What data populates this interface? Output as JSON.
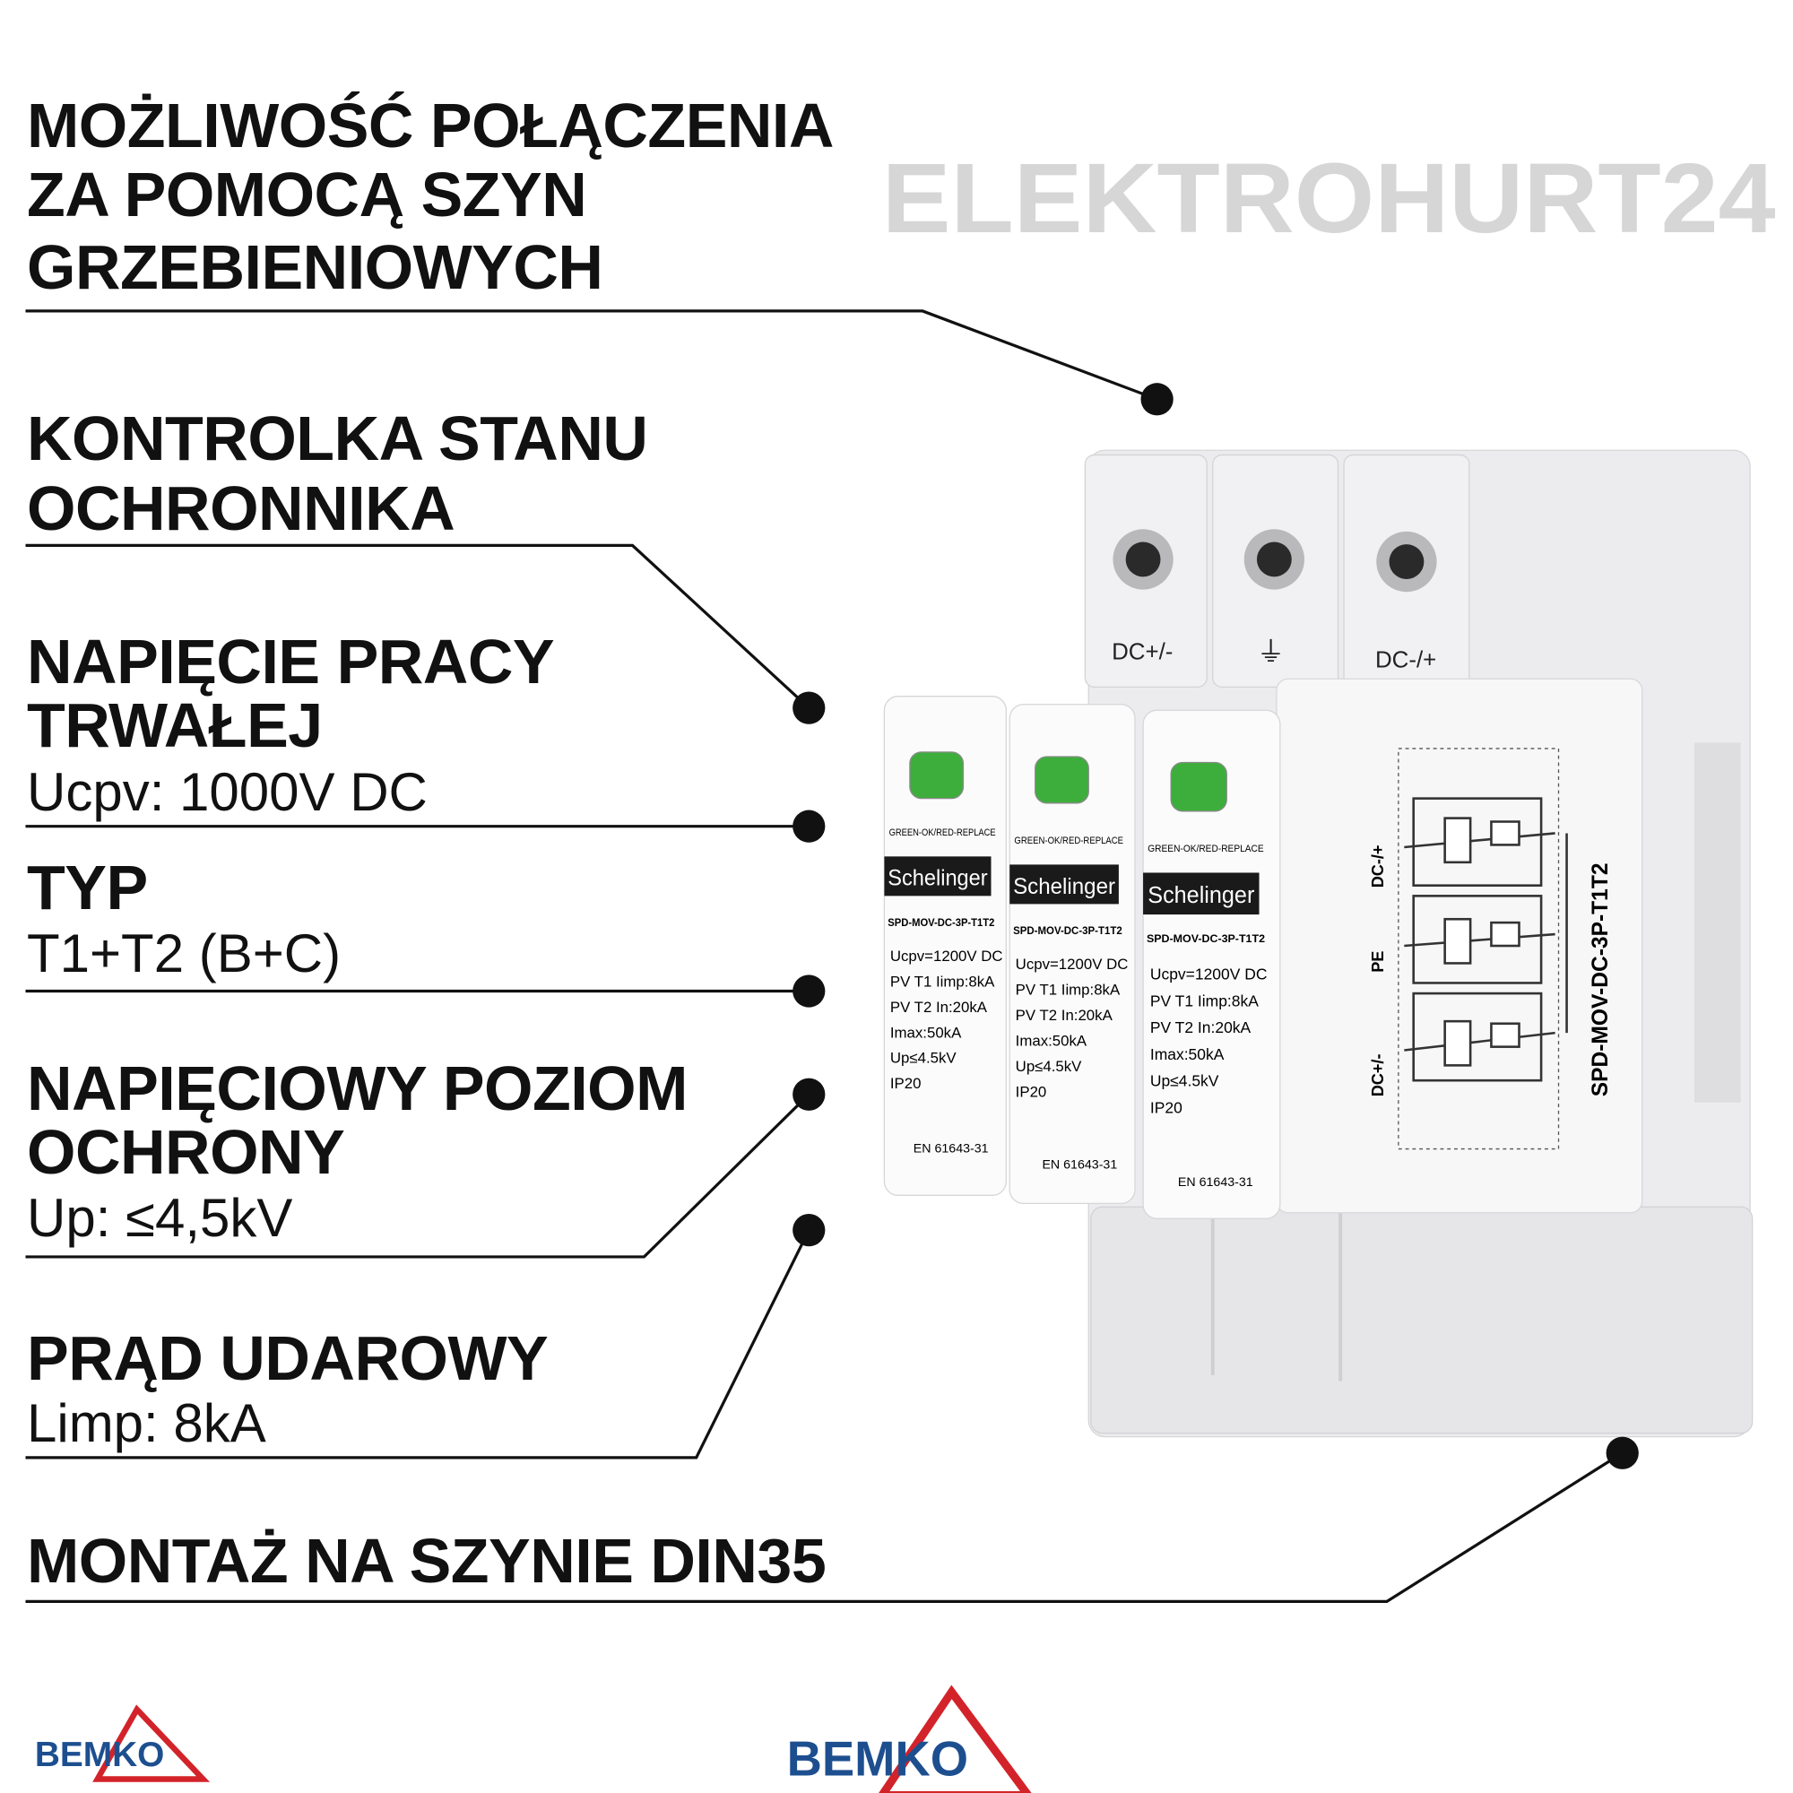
{
  "features": [
    {
      "title_lines": [
        "MOŻLIWOŚĆ POŁĄCZENIA",
        "ZA POMOCĄ SZYN",
        "GRZEBIENIOWYCH"
      ]
    },
    {
      "title_lines": [
        "KONTROLKA STANU",
        "OCHRONNIKA"
      ]
    },
    {
      "title_lines": [
        "NAPIĘCIE PRACY",
        "TRWAŁEJ"
      ],
      "value": "Ucpv: 1000V DC"
    },
    {
      "title_lines": [
        "TYP"
      ],
      "value": "T1+T2 (B+C)"
    },
    {
      "title_lines": [
        "NAPIĘCIOWY POZIOM",
        "OCHRONY"
      ],
      "value": "Up: ≤4,5kV"
    },
    {
      "title_lines": [
        "PRĄD UDAROWY"
      ],
      "value": "Limp: 8kA"
    },
    {
      "title_lines": [
        "MONTAŻ NA SZYNIE DIN35"
      ]
    }
  ],
  "device": {
    "terminals": [
      "DC+/-",
      "⏚",
      "DC-/+"
    ],
    "indicator_label": "GREEN-OK/RED-REPLACE",
    "brand": "Schelinger",
    "model": "SPD-MOV-DC-3P-T1T2",
    "specs": [
      "Ucpv=1200V DC",
      "PV T1 Iimp:8kA",
      "PV T2 In:20kA",
      "Imax:50kA",
      "Up≤4.5kV",
      "IP20"
    ],
    "standard": "EN 61643-31",
    "side_labels": [
      "DC-/+",
      "PE",
      "DC+/-"
    ],
    "side_model": "SPD-MOV-DC-3P-T1T2",
    "watermark": "ELEKTROHURT24"
  },
  "logos": {
    "brand": "BEMKO"
  },
  "colors": {
    "text": "#111111",
    "led": "#3dae3b",
    "logo_blue": "#1d4f8f",
    "logo_red": "#d3232a"
  }
}
